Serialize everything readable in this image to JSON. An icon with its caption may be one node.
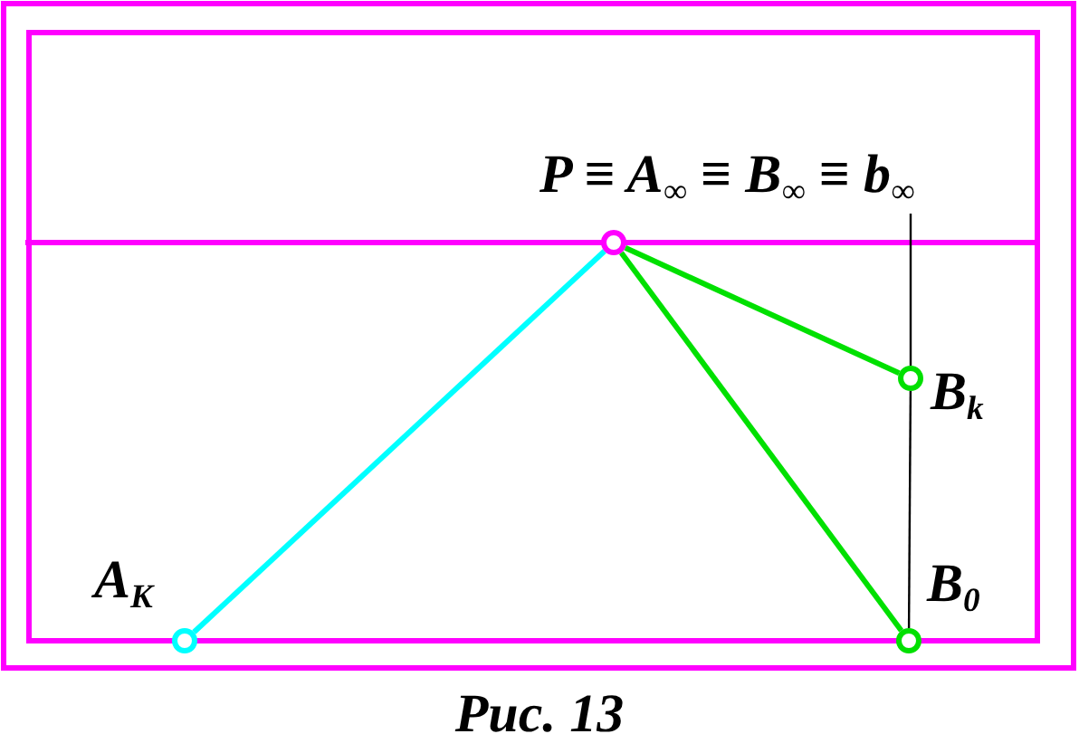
{
  "diagram": {
    "caption": "Рис. 13",
    "nodes": [
      {
        "text": [],
        "shape": "circle",
        "beside": [
          "P ≡ A$_{∞}$ ≡ B$_{∞}$ ≡ b$_{∞}$"
        ]
      },
      {
        "text": [],
        "shape": "circle",
        "beside": [
          "B$_{k}$"
        ]
      },
      {
        "text": [],
        "shape": "circle",
        "beside": [
          "A$_{K}$"
        ]
      },
      {
        "text": [],
        "shape": "circle",
        "beside": [
          "B$_{0}$"
        ]
      }
    ],
    "edges": [
      {
        "from": 0,
        "to": 2,
        "arrow": "none",
        "color": "#00ffff"
      },
      {
        "from": 0,
        "to": 1,
        "arrow": "none",
        "color": "#00e000"
      },
      {
        "from": 0,
        "to": 3,
        "arrow": "none",
        "color": "#00e000"
      },
      {
        "from": 3,
        "to": 1,
        "arrow": "none",
        "color": "#000000"
      },
      {
        "from": 0,
        "to": 1,
        "arrow": "none",
        "color": "#000000"
      }
    ]
  }
}
